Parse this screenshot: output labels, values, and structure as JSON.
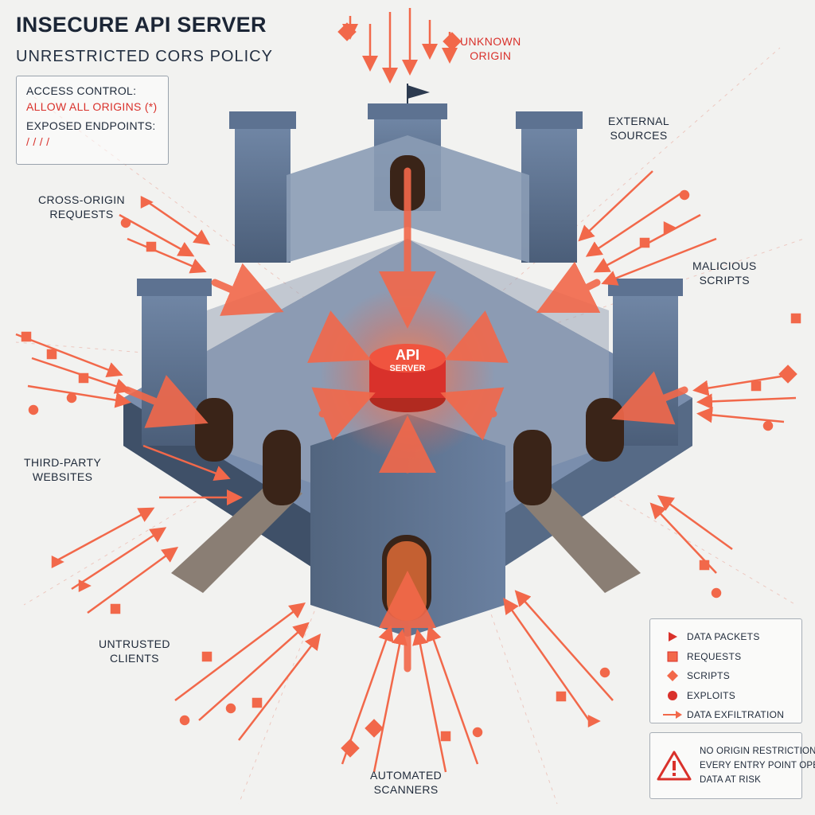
{
  "header": {
    "title": "INSECURE API SERVER",
    "subtitle": "UNRESTRICTED CORS POLICY"
  },
  "info_box": {
    "access_label": "ACCESS CONTROL:",
    "access_value": "ALLOW ALL ORIGINS (*)",
    "endpoints_label": "EXPOSED ENDPOINTS:",
    "endpoints_value": "/ / / /"
  },
  "sources": {
    "unknown_origin": [
      "UNKNOWN",
      "ORIGIN"
    ],
    "external_sources": [
      "EXTERNAL",
      "SOURCES"
    ],
    "cross_origin_requests": [
      "CROSS-ORIGIN",
      "REQUESTS"
    ],
    "malicious_scripts": [
      "MALICIOUS",
      "SCRIPTS"
    ],
    "third_party_websites": [
      "THIRD-PARTY",
      "WEBSITES"
    ],
    "untrusted_clients": [
      "UNTRUSTED",
      "CLIENTS"
    ],
    "automated_scanners": [
      "AUTOMATED",
      "SCANNERS"
    ]
  },
  "core": {
    "line1": "API",
    "line2": "SERVER"
  },
  "legend": {
    "items": [
      {
        "symbol": "triangle-icon",
        "label": "DATA PACKETS"
      },
      {
        "symbol": "square-icon",
        "label": "REQUESTS"
      },
      {
        "symbol": "diamond-icon",
        "label": "SCRIPTS"
      },
      {
        "symbol": "circle-icon",
        "label": "EXPLOITS"
      },
      {
        "symbol": "arrow-icon",
        "label": "DATA EXFILTRATION"
      }
    ]
  },
  "warning": {
    "lines": [
      "NO ORIGIN RESTRICTIONS",
      "EVERY ENTRY POINT OPEN",
      "DATA AT RISK"
    ]
  },
  "colors": {
    "accent_red": "#d9312b",
    "arrow_orange": "#f2684a",
    "stone": "#5f7593",
    "stone_dark": "#3f5068",
    "background": "#f2f2f0"
  }
}
